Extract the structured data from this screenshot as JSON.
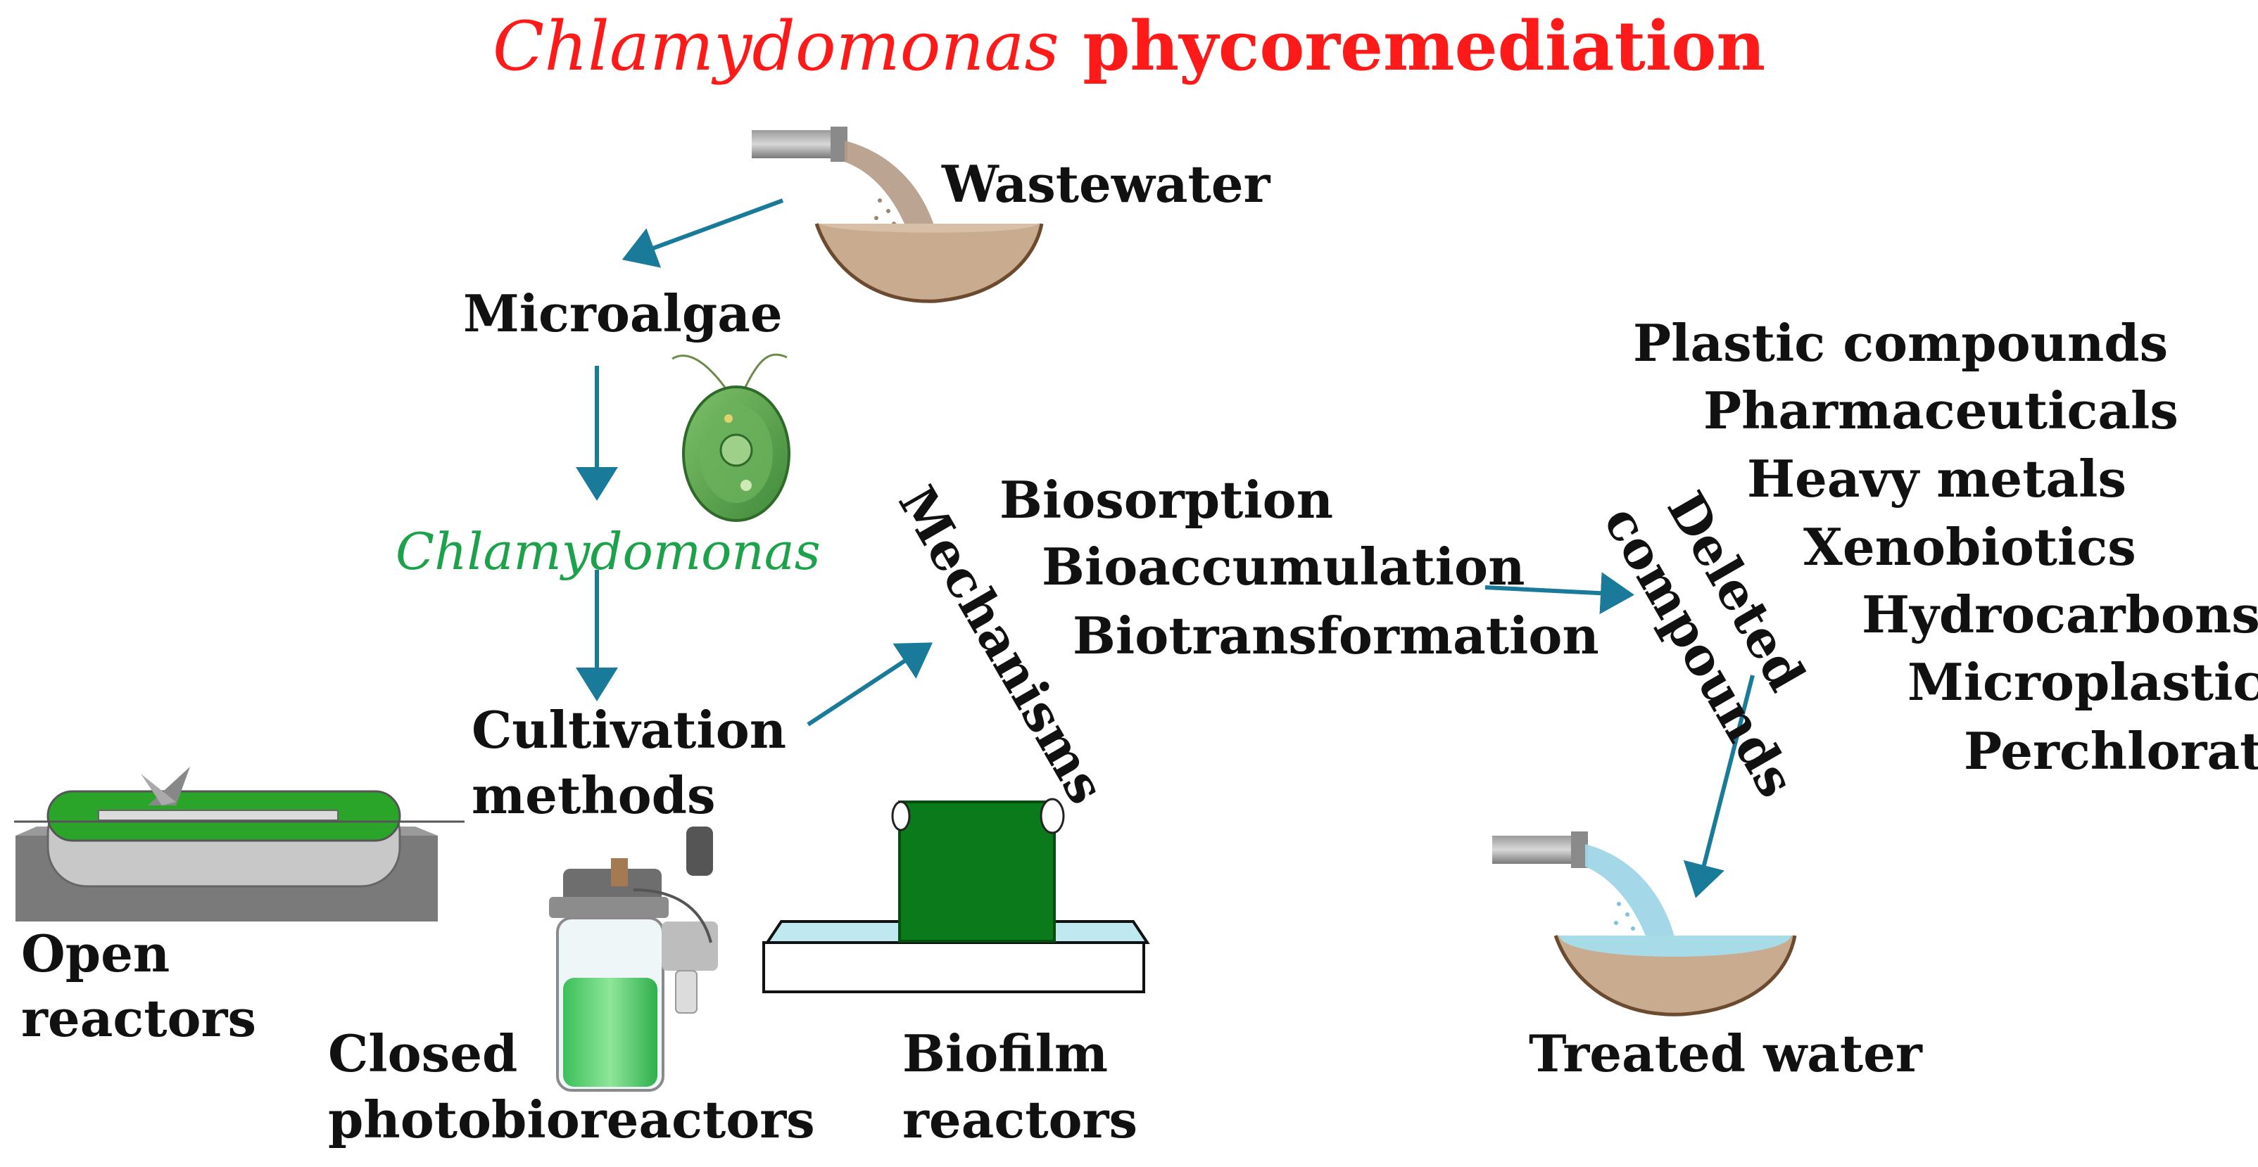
{
  "title": {
    "italic": "Chlamydomonas",
    "rest": " phycoremediation",
    "color": "#ff1a1a"
  },
  "labels": {
    "wastewater": "Wastewater",
    "microalgae": "Microalgae",
    "chlamydomonas": "Chlamydomonas",
    "cultivation_line1": "Cultivation",
    "cultivation_line2": "methods",
    "mechanisms": "Mechanisms",
    "deleted_line1": "Deleted",
    "deleted_line2": "compounds",
    "open_line1": "Open",
    "open_line2": "reactors",
    "closed_line1": "Closed",
    "closed_line2": "photobioreactors",
    "biofilm_line1": "Biofilm",
    "biofilm_line2": "reactors",
    "treated": "Treated water"
  },
  "mechanisms": [
    "Biosorption",
    "Bioaccumulation",
    "Biotransformation"
  ],
  "compounds": [
    "Plastic compounds",
    "Pharmaceuticals",
    "Heavy metals",
    "Xenobiotics",
    "Hydrocarbons",
    "Microplastics",
    "Perchlorate"
  ],
  "icons": [
    "pipe-icon",
    "wastewater-basin-icon",
    "chlamydomonas-cell-icon",
    "open-raceway-reactor-icon",
    "closed-photobioreactor-icon",
    "biofilm-reactor-icon",
    "treated-water-basin-icon"
  ],
  "colors": {
    "arrow": "#1a7a99",
    "algae_green": "#1ca24a",
    "dark_green": "#0b7a1a",
    "water_blue": "#a8dbe8"
  }
}
